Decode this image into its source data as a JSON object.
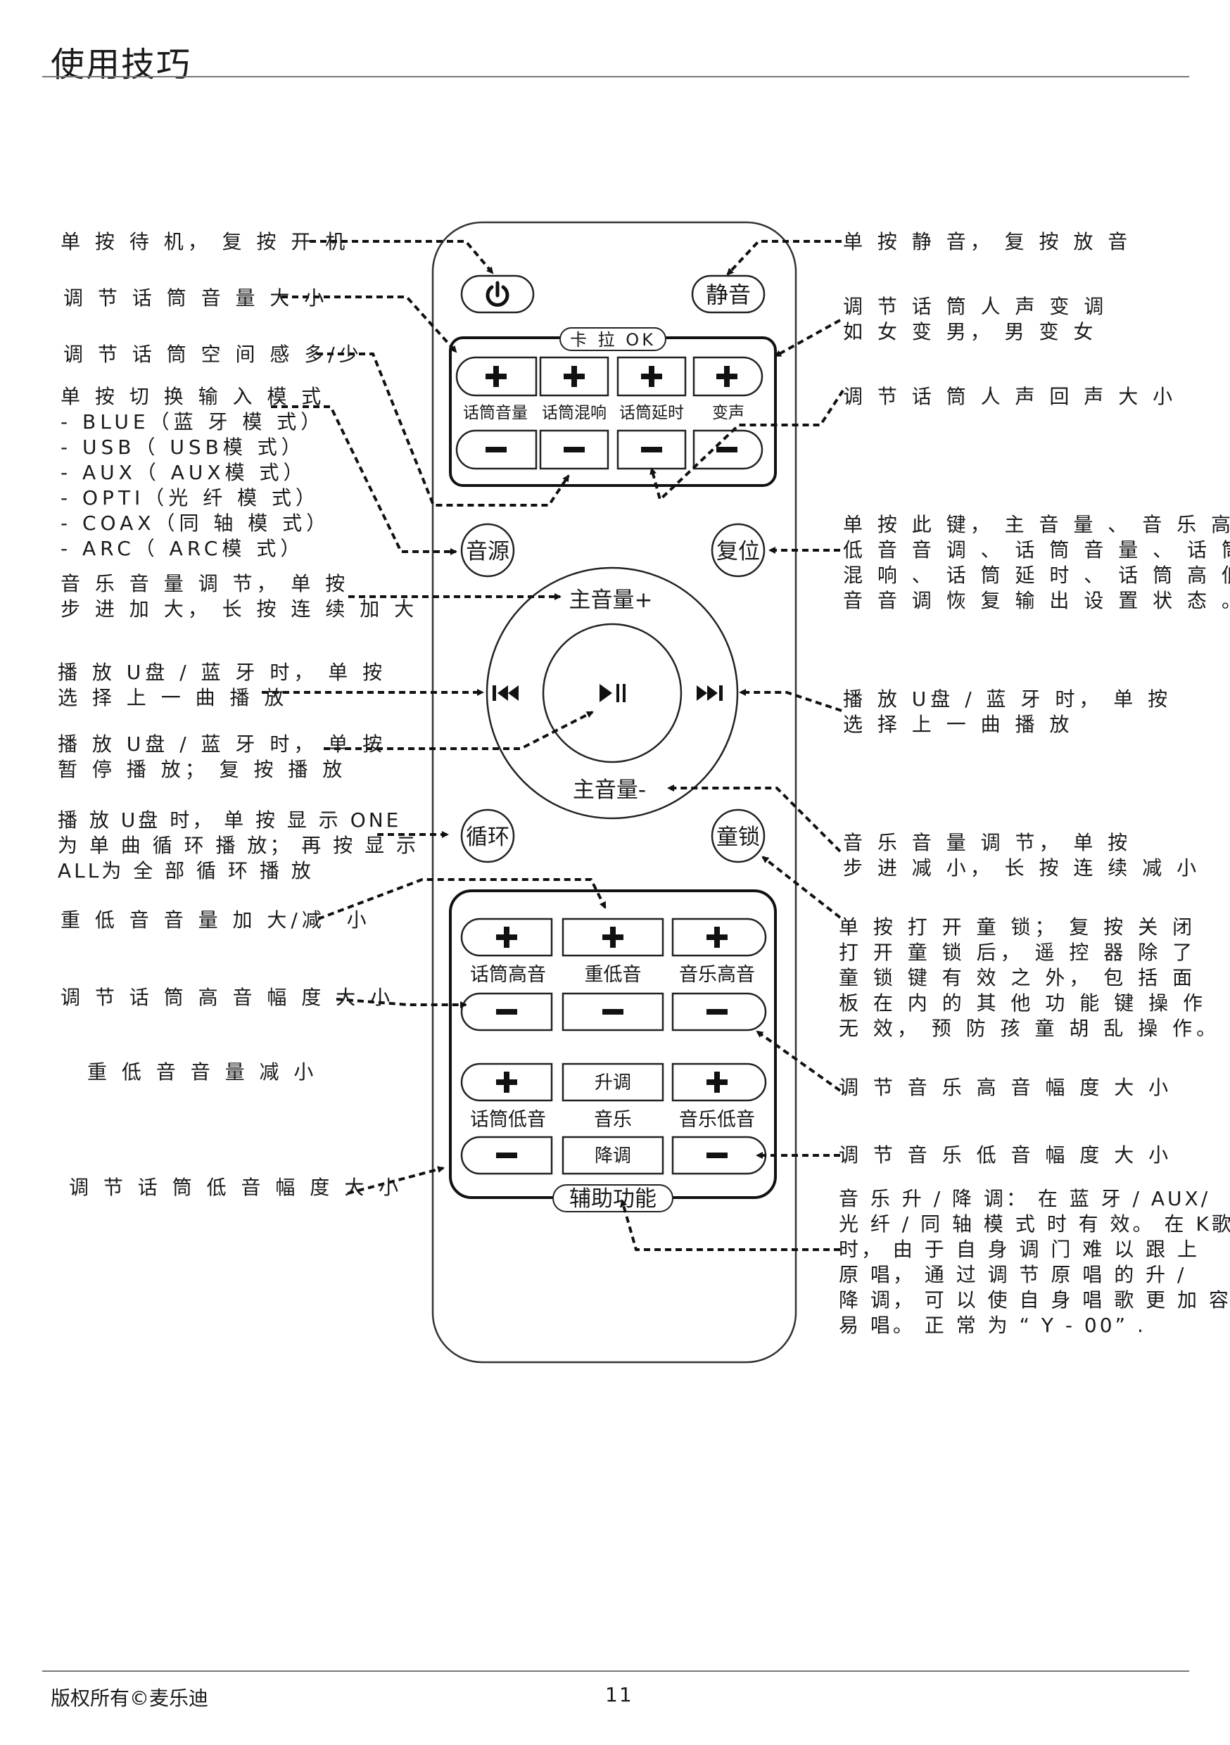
{
  "page": {
    "title": "使用技巧",
    "footer_left": "版权所有©麦乐迪",
    "page_number": "11"
  },
  "remote": {
    "power_button": "power-icon",
    "mute_button": "静音",
    "karaoke_label": "卡 拉 OK",
    "karaoke_group": [
      "话筒音量",
      "话筒混响",
      "话筒延时",
      "变声"
    ],
    "source_button": "音源",
    "reset_button": "复位",
    "master_volume_up": "主音量+",
    "master_volume_down": "主音量-",
    "prev_button": "prev-icon",
    "play_pause_button": "play-pause-icon",
    "next_button": "next-icon",
    "repeat_button": "循环",
    "child_lock_button": "童锁",
    "tone_labels_row1": [
      "话筒高音",
      "重低音",
      "音乐高音"
    ],
    "tone_labels_row2": [
      "话筒低音",
      "音乐",
      "音乐低音"
    ],
    "key_up_label": "升调",
    "key_down_label": "降调",
    "aux_label": "辅助功能"
  },
  "annotations": {
    "standby": "单 按 待 机， 复 按 开 机",
    "mic_volume": "调 节 话 筒 音 量 大 小",
    "mic_space": "调 节 话 筒 空 间 感 多/少",
    "input_mode": "单 按 切 换 输 入 模 式\n- BLUE（蓝 牙 模 式）\n- USB（ USB模 式）\n- AUX（ AUX模 式）\n- OPTI（光 纤 模 式）\n- COAX（同 轴 模 式）\n- ARC（ ARC模 式）",
    "volume_up": "音 乐 音 量 调 节， 单 按\n步 进 加 大， 长 按 连 续 加 大",
    "prev_track": "播 放 U盘 / 蓝 牙 时， 单 按\n选 择 上 一 曲 播 放",
    "play_pause": "播 放 U盘 / 蓝 牙 时， 单 按\n暂 停 播 放； 复 按 播 放",
    "repeat": "播 放 U盘 时， 单 按 显 示 ONE\n为 单 曲 循 环 播 放； 再 按 显 示\nALL为 全 部 循 环 播 放",
    "bass_up_down": "重 低 音 音 量 加 大/减  小",
    "mic_treble": "调 节 话 筒 高 音 幅 度 大 小",
    "bass_down": "重 低 音 音 量 减 小",
    "mic_bass": "调 节 话 筒 低 音 幅 度 大 小",
    "mute": "单 按 静 音， 复 按 放 音",
    "voice_change": "调 节 话 筒 人 声 变 调\n如 女 变 男， 男 变 女",
    "mic_echo": "调 节 话 筒 人 声 回 声 大 小",
    "reset": "单 按 此 键， 主 音 量 、 音 乐 高\n低 音 音 调 、 话 筒 音 量 、 话 筒\n混 响 、 话 筒 延 时 、 话 筒 高 低\n音 音 调 恢 复 输 出 设 置 状 态 。",
    "next_track": "播 放 U盘 / 蓝 牙 时， 单 按\n选 择 上 一 曲 播 放",
    "volume_down": "音 乐 音 量 调 节， 单 按\n步 进 减 小， 长 按 连 续 减 小",
    "child_lock": "单 按 打 开 童 锁； 复 按 关 闭\n打 开 童 锁 后， 遥 控 器 除 了\n童 锁 键 有 效 之 外， 包 括 面\n板 在 内 的 其 他 功 能 键 操 作\n无 效， 预 防 孩 童 胡 乱 操 作。",
    "music_treble": "调 节 音 乐 高 音 幅 度 大 小",
    "music_bass": "调 节 音 乐 低 音 幅 度 大 小",
    "key_shift": "音 乐 升 / 降 调： 在 蓝 牙 / AUX/\n光 纤 / 同 轴 模 式 时 有 效。 在 K歌\n时， 由 于 自 身 调 门 难 以 跟 上\n原 唱， 通 过 调 节 原 唱 的 升 /\n降 调， 可 以 使 自 身 唱 歌 更 加 容\n易 唱。 正 常 为 “ Y - 00” ."
  }
}
